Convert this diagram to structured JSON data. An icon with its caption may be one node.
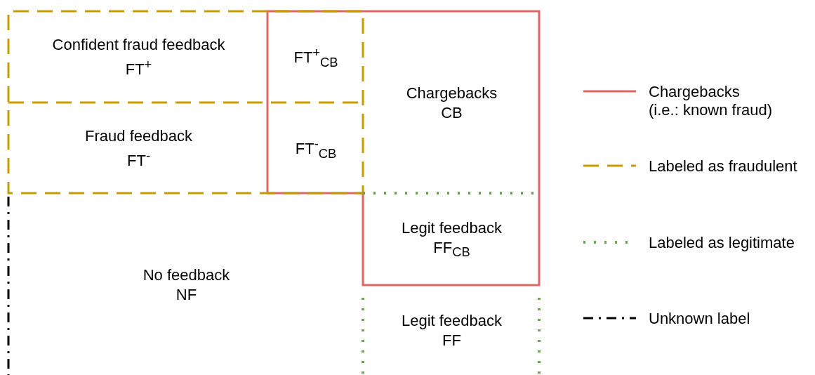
{
  "diagram": {
    "nodes": [
      {
        "text": [
          "Confident fraud feedback",
          "FT$^{+}$"
        ]
      },
      {
        "text": [
          "Fraud feedback",
          "FT$^{-}$"
        ]
      },
      {
        "text": [
          "FT$^{+}$$_{CB}$"
        ]
      },
      {
        "text": [
          "FT$^{-}$$_{CB}$"
        ]
      },
      {
        "text": [
          "Chargebacks",
          "CB"
        ]
      },
      {
        "text": [
          "Legit feedback",
          "FF$_{CB}$"
        ]
      },
      {
        "text": [
          "No feedback",
          "NF"
        ]
      },
      {
        "text": [
          "Legit feedback",
          "FF"
        ]
      }
    ],
    "edges": [],
    "legend": [
      {
        "text": "Chargebacks (i.e.: known fraud)"
      },
      {
        "text": "Labeled as fraudulent"
      },
      {
        "text": "Labeled as legitimate"
      },
      {
        "text": "Unknown label"
      }
    ]
  }
}
